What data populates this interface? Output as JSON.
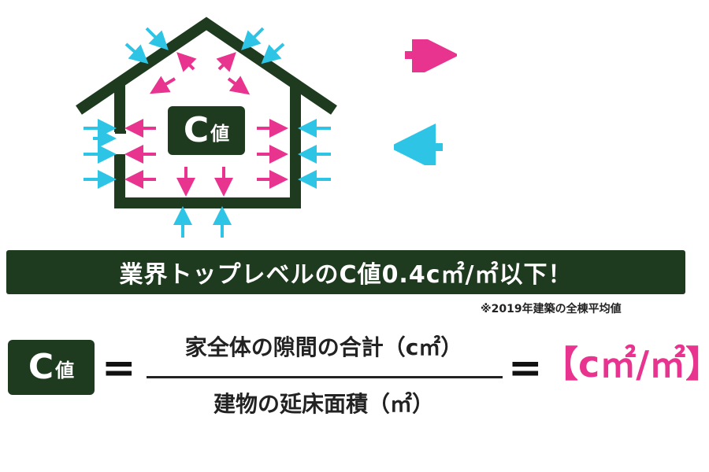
{
  "colors": {
    "dark_green": "#1f3b1f",
    "magenta": "#e8338f",
    "cyan": "#2ec4e6",
    "text_dark": "#222222"
  },
  "house": {
    "badge_letter": "C",
    "badge_kanji": "値"
  },
  "legend": {
    "out_arrow_icon": "magenta-right-arrow-icon",
    "in_arrow_icon": "cyan-left-arrow-icon"
  },
  "banner": {
    "text": "業界トップレベルのC値0.4c㎡/㎡以下！"
  },
  "footnote": "※2019年建築の全棟平均値",
  "formula": {
    "badge_letter": "C",
    "badge_kanji": "値",
    "equals": "=",
    "numerator": "家全体の隙間の合計（c㎡）",
    "denominator": "建物の延床面積（㎡）",
    "result_unit": "【c㎡/㎡】"
  }
}
